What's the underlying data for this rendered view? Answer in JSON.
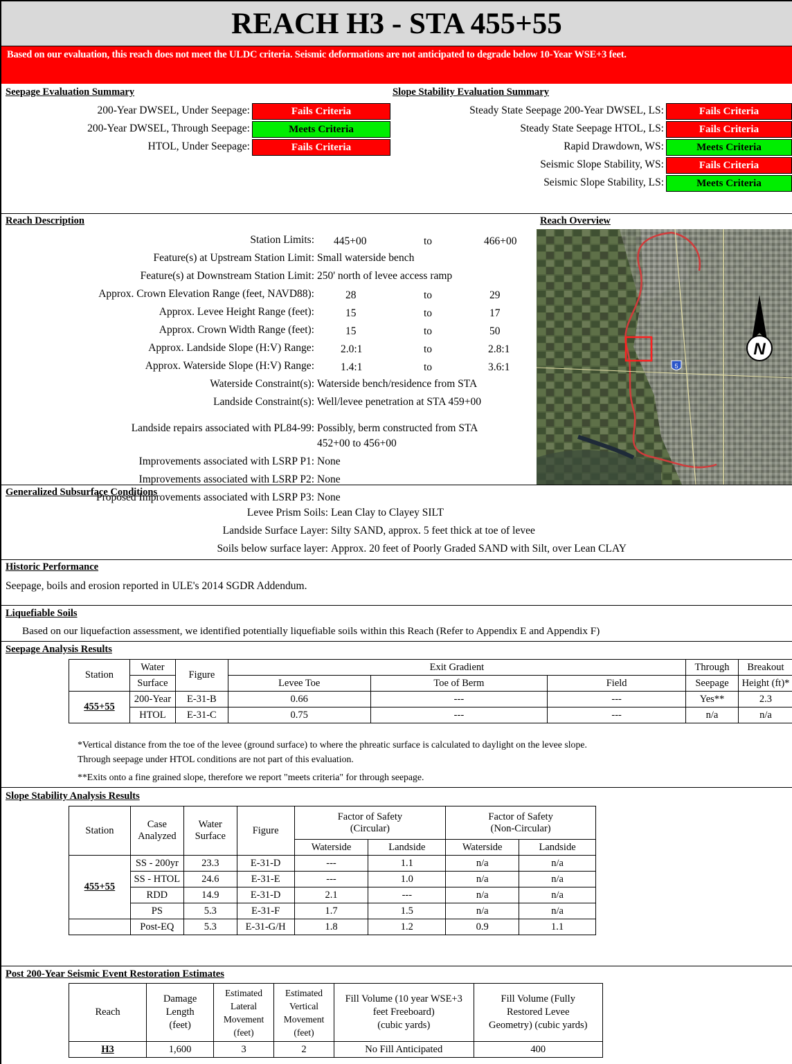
{
  "title": "REACH H3 - STA 455+55",
  "banner": "Based on our evaluation, this reach does not meet the ULDC criteria. Seismic deformations are not anticipated to degrade below 10-Year WSE+3 feet.",
  "seepage_summary": {
    "heading": "Seepage Evaluation Summary",
    "rows": [
      {
        "label": "200-Year DWSEL, Under Seepage:",
        "status": "Fails Criteria",
        "pass": false
      },
      {
        "label": "200-Year DWSEL, Through Seepage:",
        "status": "Meets Criteria",
        "pass": true
      },
      {
        "label": "HTOL, Under Seepage:",
        "status": "Fails Criteria",
        "pass": false
      }
    ]
  },
  "slope_summary": {
    "heading": "Slope Stability Evaluation Summary",
    "rows": [
      {
        "label": "Steady State Seepage 200-Year DWSEL, LS:",
        "status": "Fails Criteria",
        "pass": false
      },
      {
        "label": "Steady State Seepage HTOL, LS:",
        "status": "Fails Criteria",
        "pass": false
      },
      {
        "label": "Rapid Drawdown, WS:",
        "status": "Meets Criteria",
        "pass": true
      },
      {
        "label": "Seismic Slope Stability, WS:",
        "status": "Fails Criteria",
        "pass": false
      },
      {
        "label": "Seismic Slope Stability, LS:",
        "status": "Meets Criteria",
        "pass": true
      }
    ]
  },
  "reach_description": {
    "heading": "Reach Description",
    "overview_heading": "Reach Overview",
    "range_rows": [
      {
        "label": "Station Limits:",
        "from": "445+00",
        "to_word": "to",
        "to": "466+00"
      },
      {
        "label": "Approx. Crown Elevation Range (feet, NAVD88):",
        "from": "28",
        "to_word": "to",
        "to": "29"
      },
      {
        "label": "Approx. Levee Height Range (feet):",
        "from": "15",
        "to_word": "to",
        "to": "17"
      },
      {
        "label": "Approx. Crown Width Range (feet):",
        "from": "15",
        "to_word": "to",
        "to": "50"
      },
      {
        "label": "Approx. Landside Slope (H:V) Range:",
        "from": "2.0:1",
        "to_word": "to",
        "to": "2.8:1"
      },
      {
        "label": "Approx. Waterside Slope (H:V) Range:",
        "from": "1.4:1",
        "to_word": "to",
        "to": "3.6:1"
      }
    ],
    "text_rows": {
      "upstream": {
        "label": "Feature(s) at Upstream Station Limit:",
        "value": "Small waterside bench"
      },
      "downstream": {
        "label": "Feature(s) at Downstream Station Limit:",
        "value": "250' north of levee access ramp"
      },
      "ws_constraint": {
        "label": "Waterside Constraint(s):",
        "value": "Waterside bench/residence from STA"
      },
      "ls_constraint": {
        "label": "Landside Constraint(s):",
        "value": "Well/levee penetration at STA 459+00"
      },
      "pl84": {
        "label": "Landside repairs associated with PL84-99:",
        "value": "Possibly, berm constructed from STA",
        "value2": "452+00 to 456+00"
      },
      "p1": {
        "label": "Improvements associated with LSRP P1:",
        "value": "None"
      },
      "p2": {
        "label": "Improvements associated with LSRP P2:",
        "value": "None"
      },
      "p3": {
        "label": "Proposed Improvements associated with LSRP P3:",
        "value": "None"
      }
    }
  },
  "subsurface": {
    "heading": "Generalized Subsurface Conditions",
    "rows": [
      {
        "label": "Levee Prism Soils:",
        "value": "Lean Clay to Clayey SILT"
      },
      {
        "label": "Landside Surface Layer:",
        "value": "Silty SAND, approx. 5 feet thick at toe of levee"
      },
      {
        "label": "Soils below surface layer:",
        "value": "Approx. 20 feet of Poorly Graded SAND with Silt, over Lean CLAY"
      }
    ]
  },
  "historic": {
    "heading": "Historic Performance",
    "text": "Seepage, boils and erosion reported in ULE's 2014 SGDR Addendum."
  },
  "liquefiable": {
    "heading": "Liquefiable Soils",
    "text": "Based on our liquefaction assessment, we identified potentially liquefiable soils within this Reach (Refer to Appendix E and Appendix F)"
  },
  "seepage_results": {
    "heading": "Seepage Analysis Results",
    "headers": {
      "station": "Station",
      "water1": "Water",
      "water2": "Surface",
      "figure": "Figure",
      "exit": "Exit Gradient",
      "toe": "Levee Toe",
      "berm": "Toe of Berm",
      "field": "Field",
      "through1": "Through",
      "through2": "Seepage",
      "breakout1": "Breakout",
      "breakout2": "Height (ft)*"
    },
    "station": "455+55",
    "rows": [
      {
        "water": "200-Year",
        "figure": "E-31-B",
        "toe": "0.66",
        "berm": "---",
        "field": "---",
        "through": "Yes**",
        "breakout": "2.3"
      },
      {
        "water": "HTOL",
        "figure": "E-31-C",
        "toe": "0.75",
        "berm": "---",
        "field": "---",
        "through": "n/a",
        "breakout": "n/a"
      }
    ],
    "note1": "*Vertical distance from the toe of the levee (ground surface) to where the phreatic surface is calculated to daylight on the levee slope.",
    "note2": "Through seepage under HTOL conditions are not part of this evaluation.",
    "note3": "**Exits onto a fine grained slope,  therefore we report \"meets criteria\" for through seepage."
  },
  "slope_results": {
    "heading": "Slope Stability Analysis Results",
    "headers": {
      "station": "Station",
      "case1": "Case",
      "case2": "Analyzed",
      "water1": "Water",
      "water2": "Surface",
      "figure": "Figure",
      "fos_c1": "Factor of Safety",
      "fos_c2": "(Circular)",
      "fos_n1": "Factor of Safety",
      "fos_n2": "(Non-Circular)",
      "ws": "Waterside",
      "ls": "Landside",
      "ws2": "Waterside",
      "ls2": "Landside"
    },
    "station": "455+55",
    "rows": [
      {
        "case": "SS - 200yr",
        "water": "23.3",
        "figure": "E-31-D",
        "cws": "---",
        "cls": "1.1",
        "nws": "n/a",
        "nls": "n/a"
      },
      {
        "case": "SS - HTOL",
        "water": "24.6",
        "figure": "E-31-E",
        "cws": "---",
        "cls": "1.0",
        "nws": "n/a",
        "nls": "n/a"
      },
      {
        "case": "RDD",
        "water": "14.9",
        "figure": "E-31-D",
        "cws": "2.1",
        "cls": "---",
        "nws": "n/a",
        "nls": "n/a"
      },
      {
        "case": "PS",
        "water": "5.3",
        "figure": "E-31-F",
        "cws": "1.7",
        "cls": "1.5",
        "nws": "n/a",
        "nls": "n/a"
      },
      {
        "case": "Post-EQ",
        "water": "5.3",
        "figure": "E-31-G/H",
        "cws": "1.8",
        "cls": "1.2",
        "nws": "0.9",
        "nls": "1.1"
      }
    ]
  },
  "restoration": {
    "heading": "Post 200-Year Seismic Event Restoration Estimates",
    "headers": {
      "reach": "Reach",
      "dmg1": "Damage",
      "dmg2": "Length",
      "dmg3": "(feet)",
      "lat1": "Estimated",
      "lat2": "Lateral",
      "lat3": "Movement",
      "lat4": "(feet)",
      "ver1": "Estimated",
      "ver2": "Vertical",
      "ver3": "Movement",
      "ver4": "(feet)",
      "fill1a": "Fill Volume (10 year WSE+3",
      "fill1b": "feet Freeboard)",
      "fill1c": "(cubic yards)",
      "fill2a": "Fill Volume (Fully",
      "fill2b": "Restored Levee",
      "fill2c": "Geometry) (cubic yards)"
    },
    "row": {
      "reach": "H3",
      "damage": "1,600",
      "lateral": "3",
      "vertical": "2",
      "fill1": "No Fill Anticipated",
      "fill2": "400"
    }
  },
  "map": {
    "north_label": "N",
    "highway_label": "5"
  },
  "colors": {
    "fail": "#ff0000",
    "pass": "#00ee00",
    "header": "#d9d9d9"
  }
}
